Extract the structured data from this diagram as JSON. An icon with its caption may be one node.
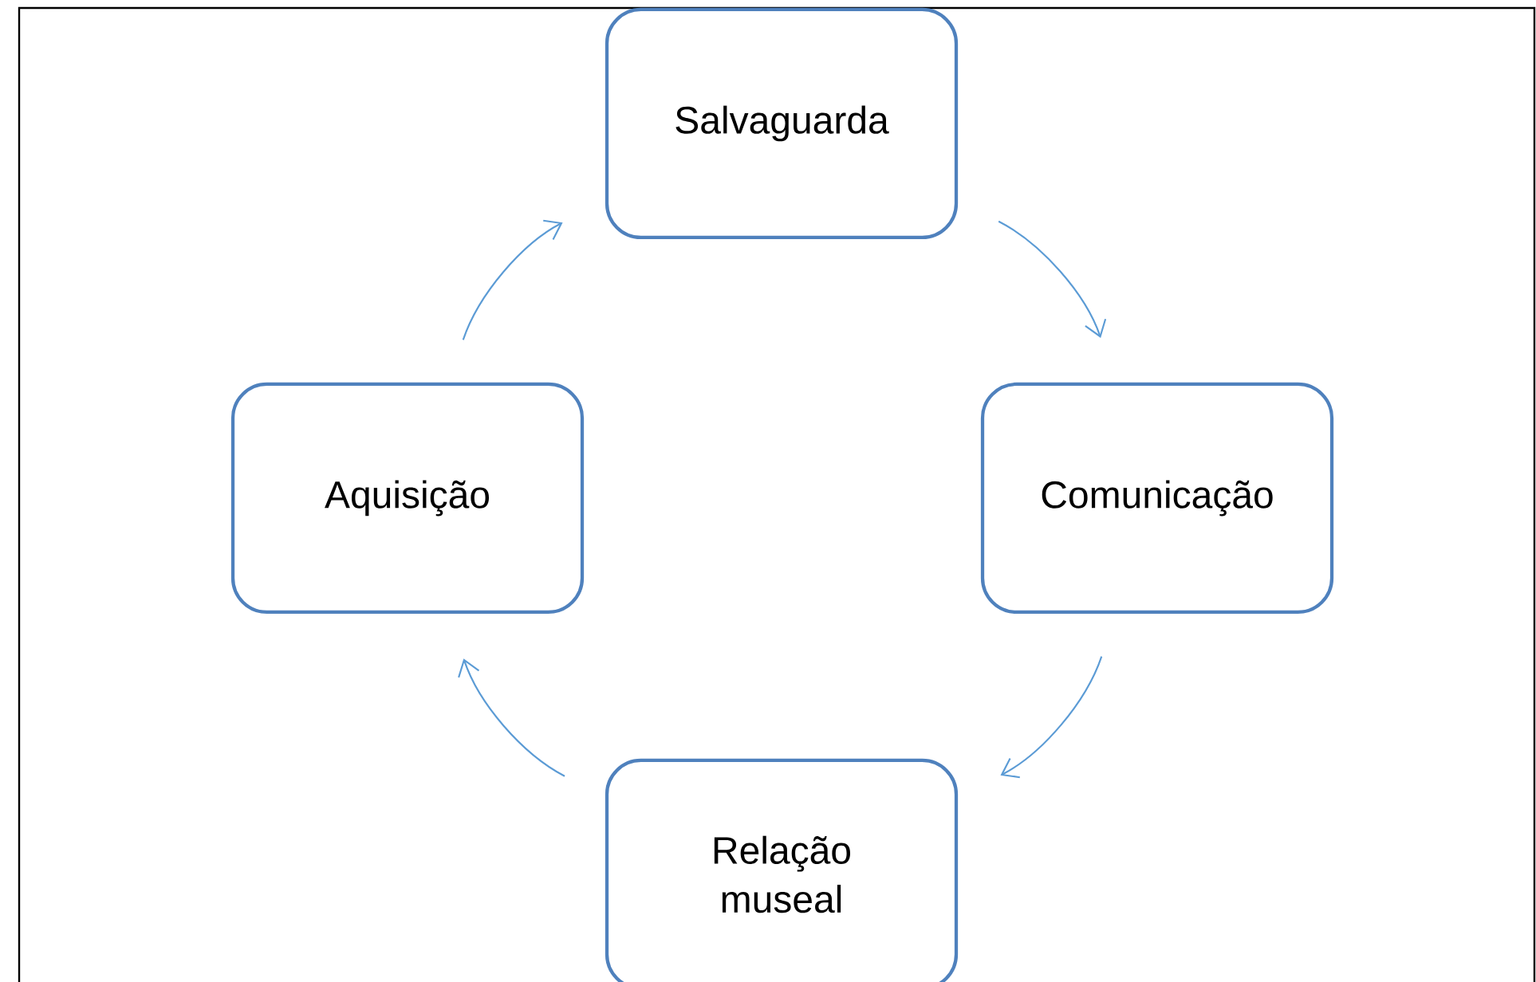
{
  "diagram": {
    "nodes": [
      {
        "text": [
          "Salvaguarda"
        ]
      },
      {
        "text": [
          "Aquisição"
        ]
      },
      {
        "text": [
          "Comunicação"
        ]
      },
      {
        "text": [
          "Relação museal"
        ]
      }
    ],
    "edges": [
      {
        "from": 0,
        "to": 2,
        "arrow": "to"
      },
      {
        "from": 2,
        "to": 3,
        "arrow": "to"
      },
      {
        "from": 3,
        "to": 1,
        "arrow": "to"
      },
      {
        "from": 1,
        "to": 0,
        "arrow": "to"
      }
    ]
  }
}
